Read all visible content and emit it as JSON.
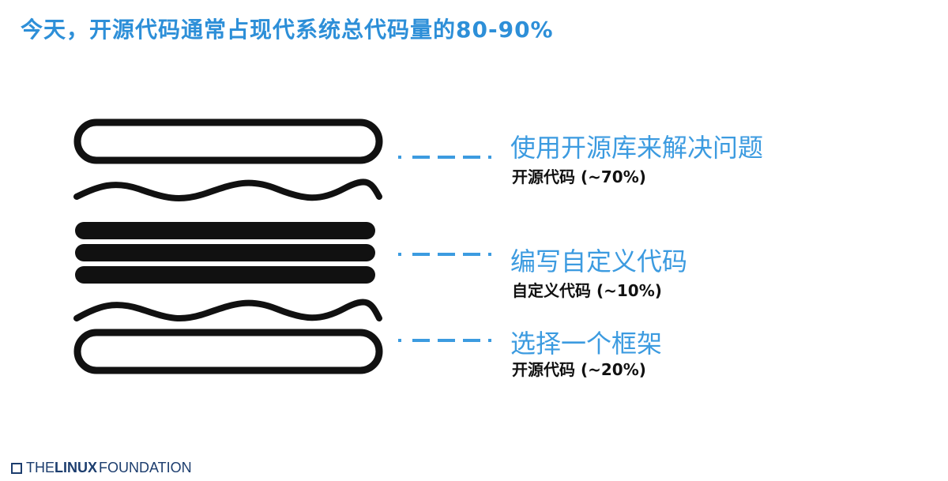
{
  "title": "今天，开源代码通常占现代系统总代码量的80-90%",
  "layers": [
    {
      "heading": "使用开源库来解决问题",
      "subtext": "开源代码 (~70%)"
    },
    {
      "heading": "编写自定义代码",
      "subtext": "自定义代码 (~10%)"
    },
    {
      "heading": "选择一个框架",
      "subtext": "开源代码 (~20%)"
    }
  ],
  "footer": {
    "prefix": "THE",
    "bold": "LINUX",
    "suffix": "FOUNDATION"
  },
  "colors": {
    "title": "#2d8fd8",
    "accent": "#3c9be0",
    "dash": "#3c9be0",
    "diagram": "#111111",
    "footer": "#1c3d6e"
  },
  "icons": {
    "top_bun": "rounded-outline-bar",
    "lettuce_1": "wavy-line",
    "patties": "three-filled-bars",
    "lettuce_2": "wavy-line",
    "bottom_bun": "rounded-outline-bar"
  }
}
